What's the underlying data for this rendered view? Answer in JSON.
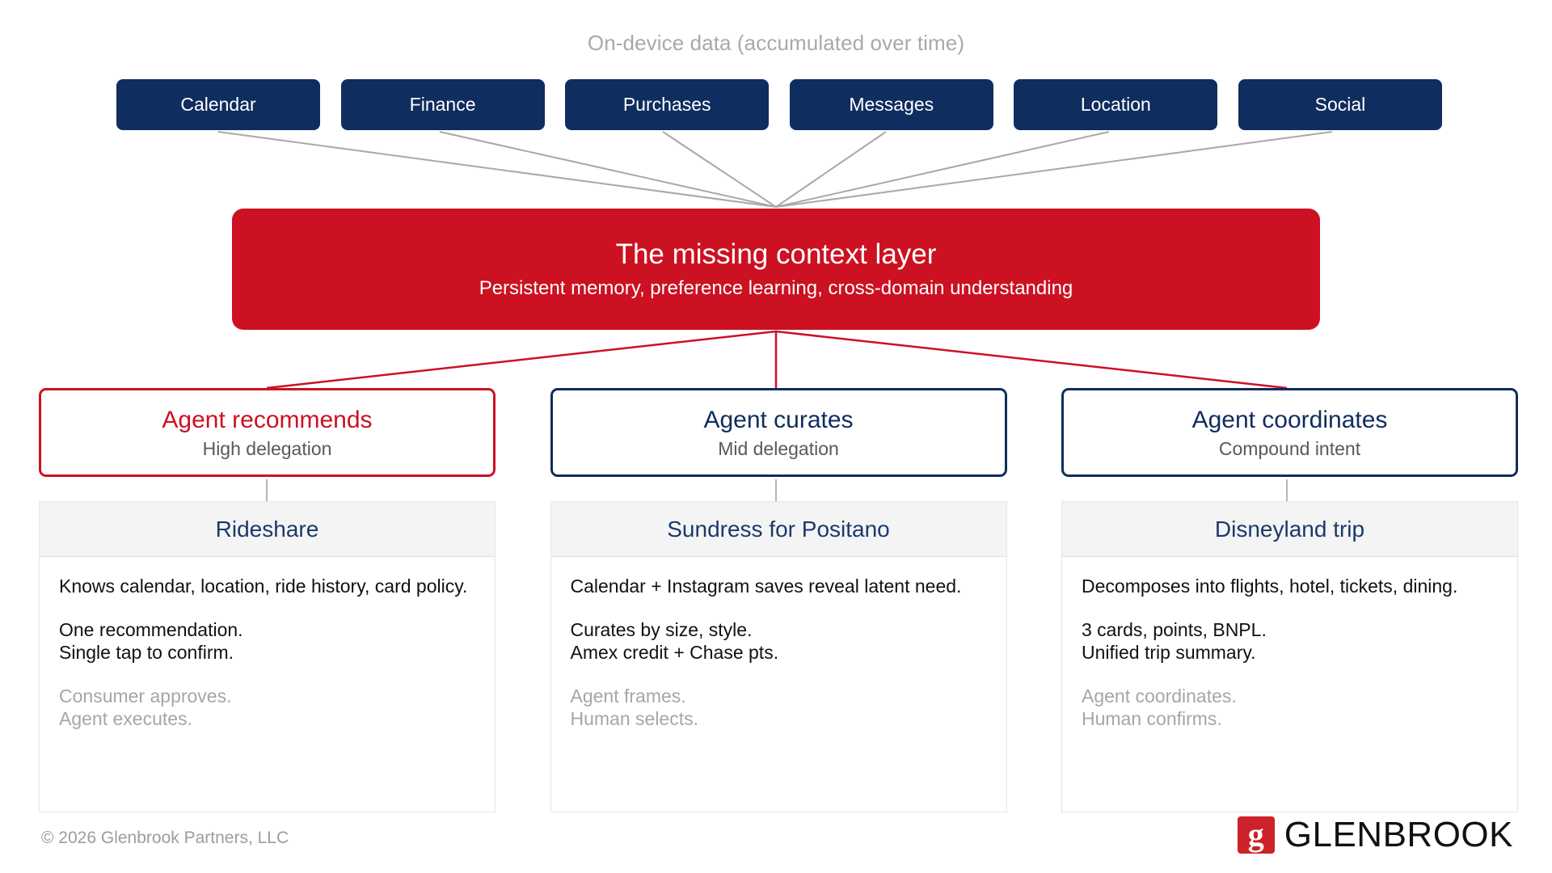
{
  "caption": "On-device data (accumulated over time)",
  "sources": [
    {
      "label": "Calendar"
    },
    {
      "label": "Finance"
    },
    {
      "label": "Purchases"
    },
    {
      "label": "Messages"
    },
    {
      "label": "Location"
    },
    {
      "label": "Social"
    }
  ],
  "context_layer": {
    "title": "The missing context layer",
    "subtitle": "Persistent memory, preference learning, cross-domain understanding"
  },
  "modes": [
    {
      "title": "Agent recommends",
      "subtitle": "High delegation",
      "accent": "#cc1122"
    },
    {
      "title": "Agent curates",
      "subtitle": "Mid delegation",
      "accent": "#0f2d5e"
    },
    {
      "title": "Agent coordinates",
      "subtitle": "Compound intent",
      "accent": "#0f2d5e"
    }
  ],
  "cards": [
    {
      "heading": "Rideshare",
      "p1": "Knows calendar, location, ride history, card policy.",
      "p2": "One recommendation.\nSingle tap to confirm.",
      "p3": "Consumer approves.\nAgent executes."
    },
    {
      "heading": "Sundress for Positano",
      "p1": "Calendar + Instagram saves reveal latent need.",
      "p2": "Curates by size, style.\nAmex credit + Chase pts.",
      "p3": "Agent frames.\nHuman selects."
    },
    {
      "heading": "Disneyland trip",
      "p1": "Decomposes into flights, hotel, tickets, dining.",
      "p2": "3 cards, points, BNPL.\nUnified trip summary.",
      "p3": "Agent coordinates.\nHuman confirms."
    }
  ],
  "footer": {
    "copyright": "© 2026 Glenbrook Partners, LLC",
    "brand_mark": "g",
    "brand_name": "GLENBROOK"
  },
  "colors": {
    "navy": "#0f2d5e",
    "red": "#cc1122",
    "connector_gray": "#a8a8a8",
    "muted_text": "#a6a6a6"
  }
}
